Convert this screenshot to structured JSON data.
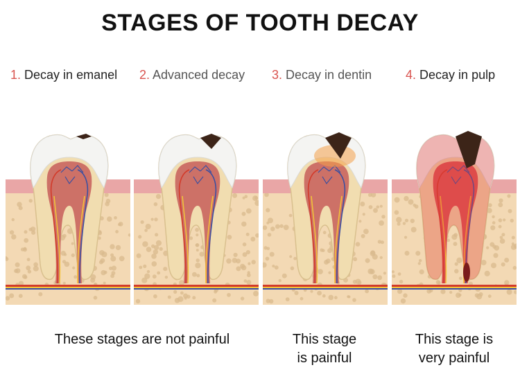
{
  "title": "STAGES OF TOOTH DECAY",
  "stages": [
    {
      "number": "1.",
      "label": "Decay in emanel"
    },
    {
      "number": "2.",
      "label": "Advanced decay"
    },
    {
      "number": "3.",
      "label": "Decay in dentin"
    },
    {
      "number": "4.",
      "label": "Decay in pulp"
    }
  ],
  "captions": {
    "not_painful": "These stages are not painful",
    "painful_line1": "This stage",
    "painful_line2": "is painful",
    "very_painful_line1": "This stage is",
    "very_painful_line2": "very painful"
  },
  "colors": {
    "stage_number": "#d9534f",
    "gum": "#e9a6a6",
    "bone": "#f3d9b4",
    "bone_pores": "#d9b98d",
    "enamel": "#f4f4f2",
    "dentin": "#f1ddb0",
    "pulp": "#c9655f",
    "decay": "#3c2418",
    "inflammation": "#e23b3b"
  }
}
